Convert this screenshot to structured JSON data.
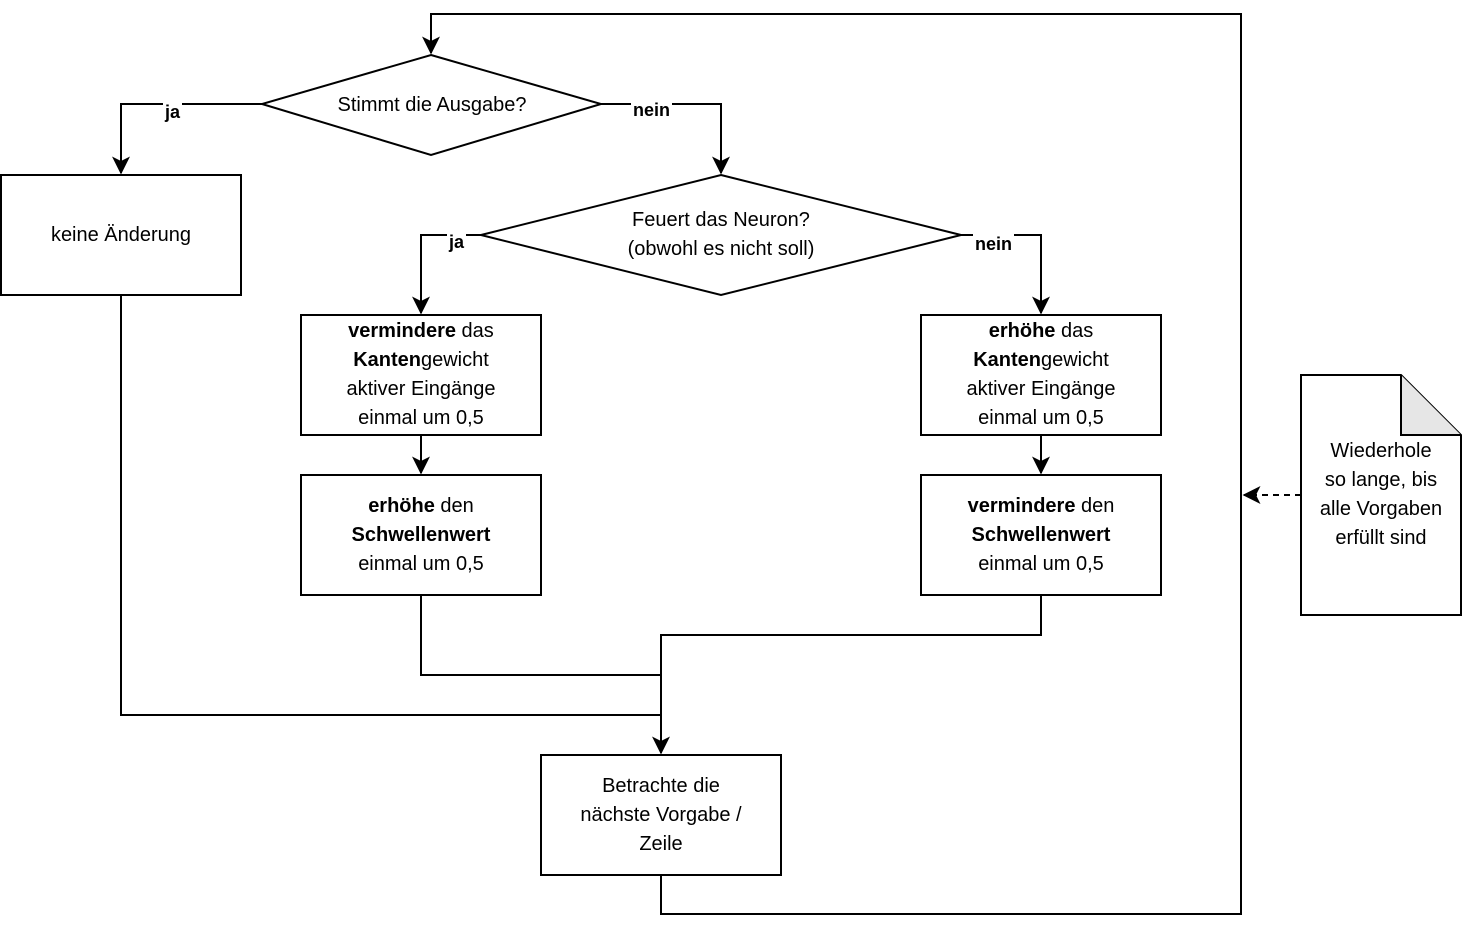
{
  "colors": {
    "stroke": "#000000",
    "fill": "#ffffff",
    "text": "#000000"
  },
  "nodes": {
    "decision_output": {
      "lines": [
        [
          "Stimmt die Ausgabe?"
        ]
      ]
    },
    "no_change": {
      "lines": [
        [
          "keine Änderung"
        ]
      ]
    },
    "decision_fire": {
      "lines": [
        [
          "Feuert das Neuron?"
        ],
        [
          "(obwohl es nicht soll)"
        ]
      ]
    },
    "decrease_weight": {
      "lines": [
        [
          {
            "t": "vermindere",
            "b": true
          },
          " das"
        ],
        [
          {
            "t": "Kanten",
            "b": true
          },
          "gewicht"
        ],
        [
          "aktiver Eingänge"
        ],
        [
          "einmal um 0,5"
        ]
      ]
    },
    "increase_threshold": {
      "lines": [
        [
          {
            "t": "erhöhe",
            "b": true
          },
          " den"
        ],
        [
          {
            "t": "Schwellenwert",
            "b": true
          }
        ],
        [
          "einmal um 0,5"
        ]
      ]
    },
    "increase_weight": {
      "lines": [
        [
          {
            "t": "erhöhe",
            "b": true
          },
          " das"
        ],
        [
          {
            "t": "Kanten",
            "b": true
          },
          "gewicht"
        ],
        [
          "aktiver Eingänge"
        ],
        [
          "einmal um 0,5"
        ]
      ]
    },
    "decrease_threshold": {
      "lines": [
        [
          {
            "t": "vermindere",
            "b": true
          },
          " den"
        ],
        [
          {
            "t": "Schwellenwert",
            "b": true
          }
        ],
        [
          "einmal um 0,5"
        ]
      ]
    },
    "next_row": {
      "lines": [
        [
          "Betrachte die"
        ],
        [
          "nächste Vorgabe /"
        ],
        [
          "Zeile"
        ]
      ]
    },
    "repeat_note": {
      "lines": [
        [
          "Wiederhole"
        ],
        [
          "so lange, bis"
        ],
        [
          "alle Vorgaben"
        ],
        [
          "erfüllt sind"
        ]
      ]
    }
  },
  "edge_labels": {
    "output_yes": "ja",
    "output_no": "nein",
    "fire_yes": "ja",
    "fire_no": "nein"
  }
}
